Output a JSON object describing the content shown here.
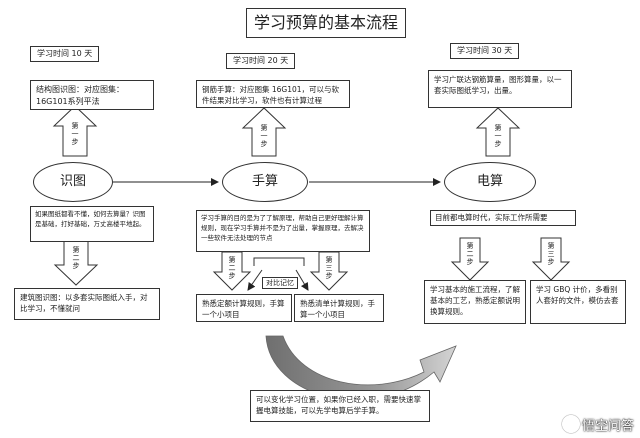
{
  "title": "学习预算的基本流程",
  "durations": {
    "left": "学习时间 10 天",
    "mid": "学习时间 20 天",
    "right": "学习时间 30 天"
  },
  "nodes": {
    "left": "识图",
    "mid": "手算",
    "right": "电算"
  },
  "steps": {
    "left_1": "第一步",
    "left_2": "第二步",
    "mid_1": "第一步",
    "mid_2": "第二步",
    "mid_3": "第三步",
    "right_1": "第一步",
    "right_2": "第二步",
    "right_3": "第三步"
  },
  "boxes": {
    "structure_reading": "结构图识图：对应图集：16G101系列平法",
    "rebar_calc": "钢筋手算：对应图集 16G101，可以与软件结果对比学习，软件也有计算过程",
    "software_learning": "学习广联达钢筋算量，图形算量，以一套实际图纸学习，出量。",
    "reading_tip": "如果图纸都看不懂，如何去算量？识图是基础，打好基础，万丈高楼平地起。",
    "building_reading": "建筑图识图：以多套实际图纸入手，对比学习，不懂就问",
    "hand_calc_purpose": "学习手算的目的是为了了解原理，帮助自己更好理解计算规则，现在学习手算并不是为了出量，掌握原理，去解决一些软件无法处理的节点",
    "quota_rules": "熟悉定额计算规则，手算一个小项目",
    "list_rules": "熟悉清单计算规则，手算一个小项目",
    "computer_era": "目前都电算时代，实际工作所需要",
    "construction_process": "学习基本的施工流程，了解基本的工艺，熟悉定额说明换算规则。",
    "gbq": "学习 GBQ 计价，多看别人套好的文件，模仿去套",
    "compare_note": "对比记忆",
    "bottom_note": "可以变化学习位置，如果你已经入职，需要快速掌握电算技能，可以先学电算后学手算。"
  },
  "watermark": "悟空问答"
}
